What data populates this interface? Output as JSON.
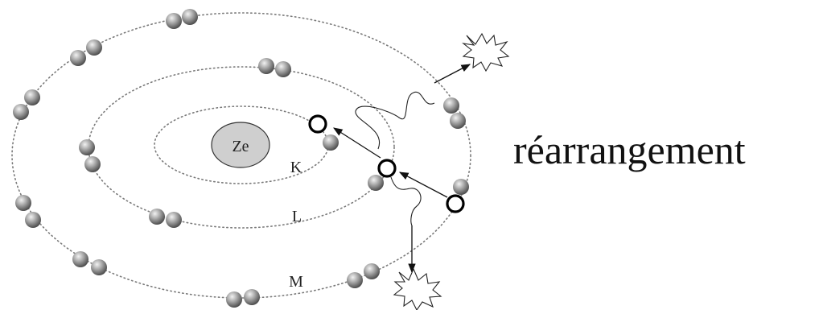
{
  "nucleus_label": "Ze",
  "shells": {
    "k": "K",
    "l": "L",
    "m": "M"
  },
  "caption": "réarrangement",
  "colors": {
    "electron": "#8c8c8c",
    "nucleus": "#cfcfcf",
    "orbit": "#7a7a7a"
  }
}
